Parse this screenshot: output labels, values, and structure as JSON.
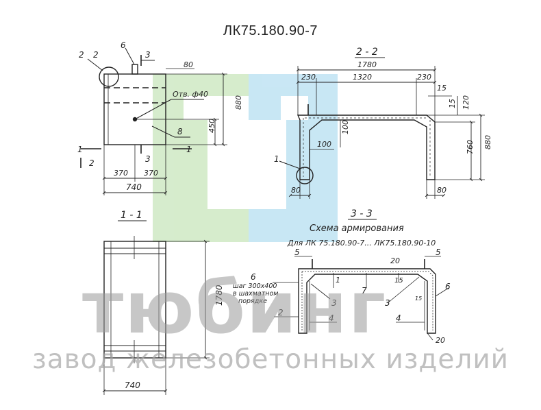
{
  "title": "ЛК75.180.90-7",
  "watermark": {
    "brand": "тюбинг",
    "subtitle": "завод железобетонных изделий",
    "logo_green": "#cfe9c4",
    "logo_blue": "#bfe3f3"
  },
  "front_view": {
    "callout_2a": "2",
    "callout_2b": "2",
    "callout_6": "6",
    "section_3_top": "3",
    "dim_top": "80",
    "hole_label": "Отв. ф40",
    "dim_height": "880",
    "dim_hole": "450",
    "callout_8": "8",
    "section_1_left": "1",
    "section_2_left": "2",
    "section_1_right": "1",
    "section_3_bottom": "3",
    "dim_half_left": "370",
    "dim_half_right": "370",
    "dim_width": "740"
  },
  "section_2_2": {
    "label": "2 - 2",
    "dim_total": "1780",
    "dim_left": "230",
    "dim_middle": "1320",
    "dim_right": "230",
    "dim_15a": "15",
    "dim_15b": "15",
    "dim_120": "120",
    "dim_100_vertical": "100",
    "dim_100_horizontal": "100",
    "dim_760": "760",
    "dim_880": "880",
    "callout_1": "1",
    "dim_80_left": "80",
    "dim_80_right": "80"
  },
  "section_1_1": {
    "label": "1 - 1",
    "dim_height": "1780",
    "dim_width": "740"
  },
  "section_3_3": {
    "label": "3 - 3",
    "scheme_title": "Схема армирования",
    "applies_to": "Для ЛК 75.180.90-7... ЛК75.180.90-10",
    "pos_5_left": "5",
    "pos_5_right": "5",
    "dim_20_top": "20",
    "pos_1": "1",
    "pos_7": "7",
    "pos_15": "15",
    "pos_6_left": "6",
    "note_line1": "шаг 300х400",
    "note_line2": "в шахматном",
    "note_line3": "порядке",
    "pos_3_left": "3",
    "pos_3_right": "3",
    "pos_15_small": "15",
    "pos_6_right": "6",
    "pos_2": "2",
    "pos_4_left": "4",
    "pos_4_right": "4",
    "dim_20_bottom": "20"
  }
}
